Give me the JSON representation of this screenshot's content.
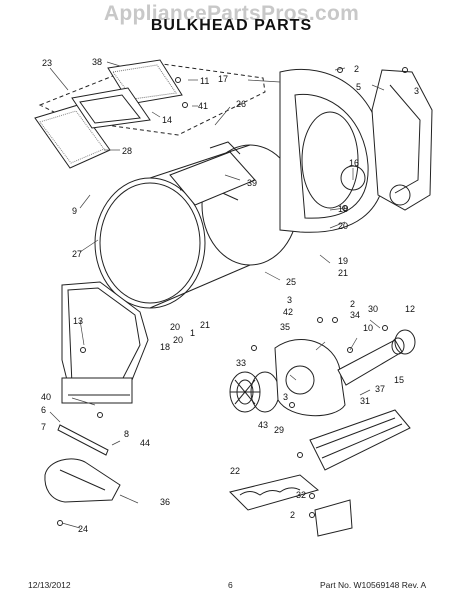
{
  "watermark": "AppliancePartsPros.com",
  "title": "BULKHEAD PARTS",
  "footer": {
    "date": "12/13/2012",
    "page": "6",
    "part_no": "Part No.  W10569148  Rev. A"
  },
  "callouts": [
    "38",
    "23",
    "2",
    "3",
    "17",
    "5",
    "11",
    "41",
    "14",
    "26",
    "28",
    "39",
    "16",
    "9",
    "18",
    "20",
    "27",
    "19",
    "21",
    "25",
    "13",
    "3",
    "2",
    "42",
    "34",
    "30",
    "12",
    "20",
    "35",
    "10",
    "1",
    "21",
    "18",
    "20",
    "33",
    "15",
    "40",
    "37",
    "6",
    "31",
    "3",
    "7",
    "8",
    "44",
    "43",
    "29",
    "22",
    "36",
    "32",
    "2",
    "24"
  ]
}
